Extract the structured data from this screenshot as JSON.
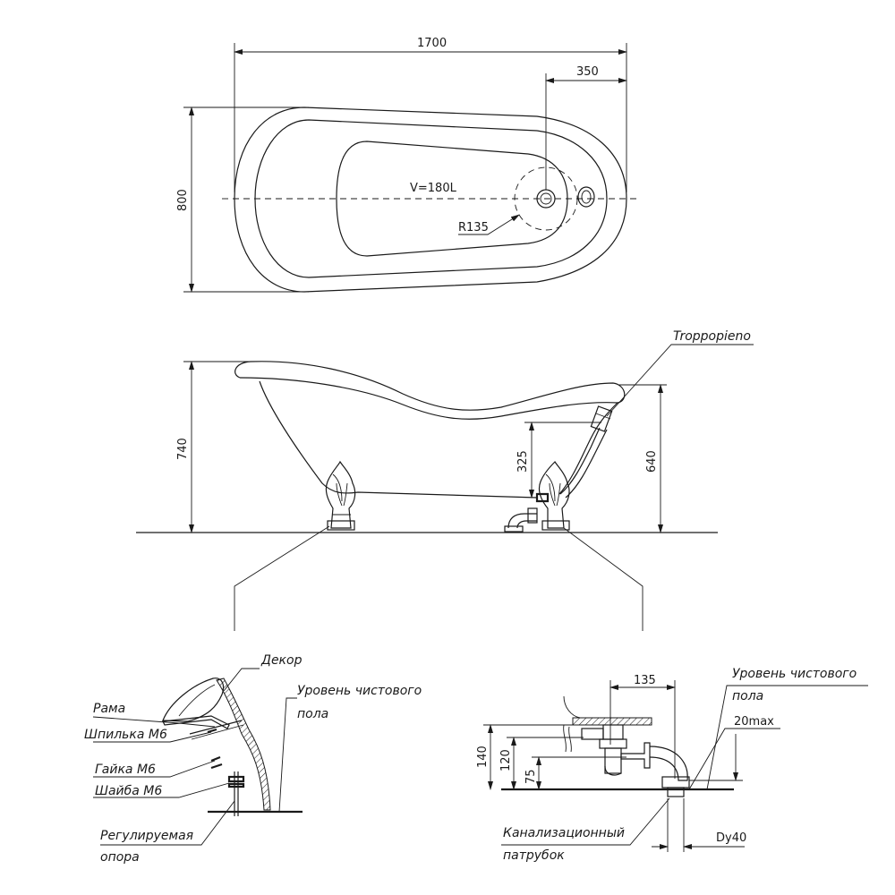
{
  "top_view": {
    "length": "1700",
    "offset": "350",
    "width": "800",
    "volume": "V=180L",
    "radius": "R135"
  },
  "side_view": {
    "overflow_label": "Troppopieno",
    "height_total": "740",
    "height_overflow": "325",
    "height_rim": "640"
  },
  "detail_left": {
    "decor": "Декор",
    "frame": "Рама",
    "stud": "Шпилька М6",
    "nut": "Гайка М6",
    "washer": "Шайба М6",
    "floor_line1": "Уровень чистового",
    "floor_line2": "пола",
    "support_line1": "Регулируемая",
    "support_line2": "опора"
  },
  "detail_right": {
    "width_135": "135",
    "floor_line1": "Уровень чистового",
    "floor_line2": "пола",
    "max_gap": "20max",
    "h140": "140",
    "h120": "120",
    "h75": "75",
    "pipe_line1": "Канализационный",
    "pipe_line2": "патрубок",
    "pipe_dia": "Dy40"
  }
}
